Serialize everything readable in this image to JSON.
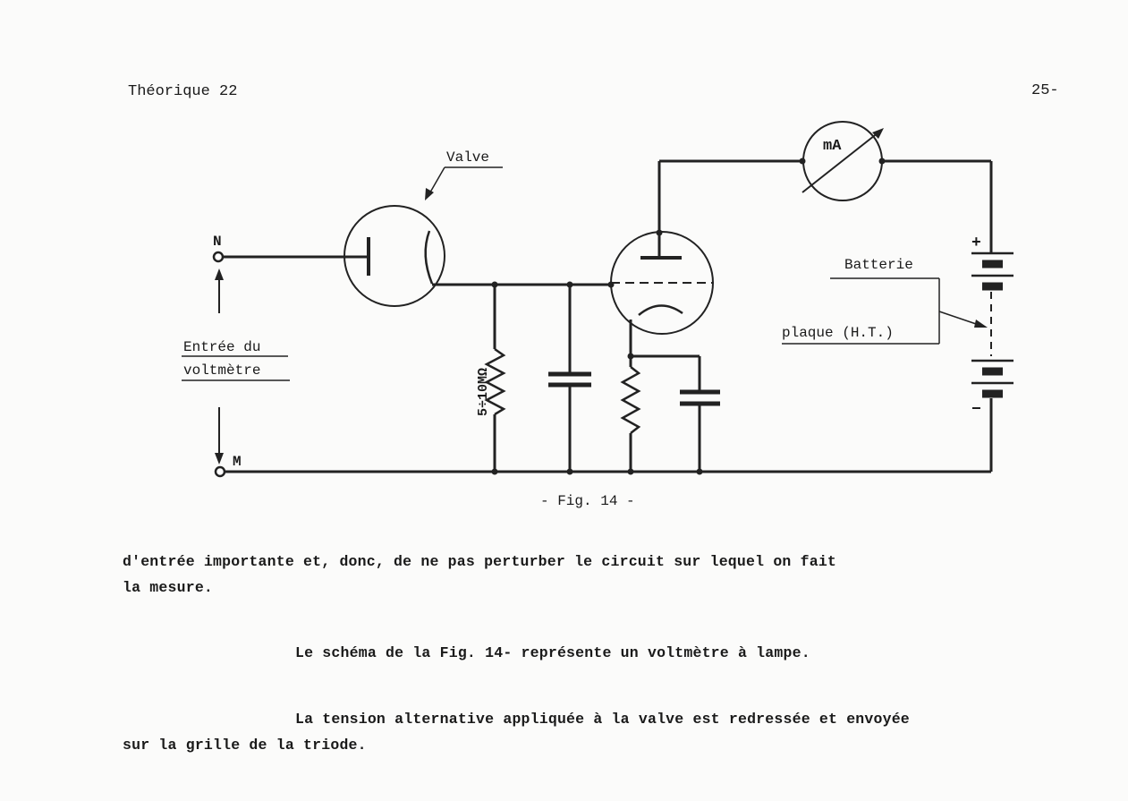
{
  "header": {
    "left": "Théorique 22",
    "page_number": "25-"
  },
  "figure": {
    "labels": {
      "valve": "Valve",
      "terminal_n": "N",
      "terminal_m": "M",
      "input_line1": "Entrée du",
      "input_line2": "voltmètre",
      "resistor": "5÷10MΩ",
      "meter": "mA",
      "battery_line1": "Batterie",
      "battery_line2": "plaque (H.T.)",
      "plus": "+",
      "minus": "−"
    },
    "caption": "- Fig. 14 -"
  },
  "paragraphs": [
    "d'entrée importante et, donc, de ne pas perturber le circuit sur lequel on fait",
    "la mesure.",
    "Le schéma de la Fig. 14- représente un voltmètre à lampe.",
    "La tension alternative appliquée à la valve est redressée et envoyée",
    "sur la grille de la triode."
  ]
}
